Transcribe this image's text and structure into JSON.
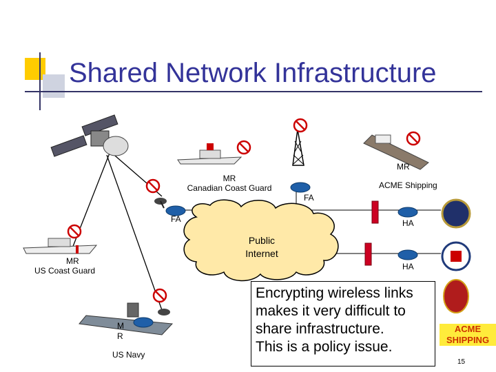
{
  "slide": {
    "title": "Shared Network Infrastructure",
    "page_number": "15"
  },
  "labels": {
    "mr_ccg": "MR",
    "canadian_coast_guard": "Canadian Coast Guard",
    "fa_left": "FA",
    "fa_center": "FA",
    "mr_acme": "MR",
    "acme_shipping": "ACME Shipping",
    "ha_top": "HA",
    "ha_bottom": "HA",
    "public_internet_line1": "Public",
    "public_internet_line2": "Internet",
    "mr_uscg": "MR",
    "us_coast_guard": "US Coast Guard",
    "mr_navy_line1": "M",
    "mr_navy_line2": "R",
    "us_navy": "US Navy"
  },
  "callout": {
    "lines": [
      "Encrypting wireless links",
      "makes it very difficult to",
      "share infrastructure.",
      "This is a policy issue."
    ]
  },
  "acme_logo": {
    "line1": "ACME",
    "line2": "SHIPPING"
  },
  "colors": {
    "title": "#333399",
    "cloud_fill": "#ffe9a8",
    "firewall": "#cc0022",
    "router": "#1f5fa8",
    "no_sign": "#cc0000"
  }
}
